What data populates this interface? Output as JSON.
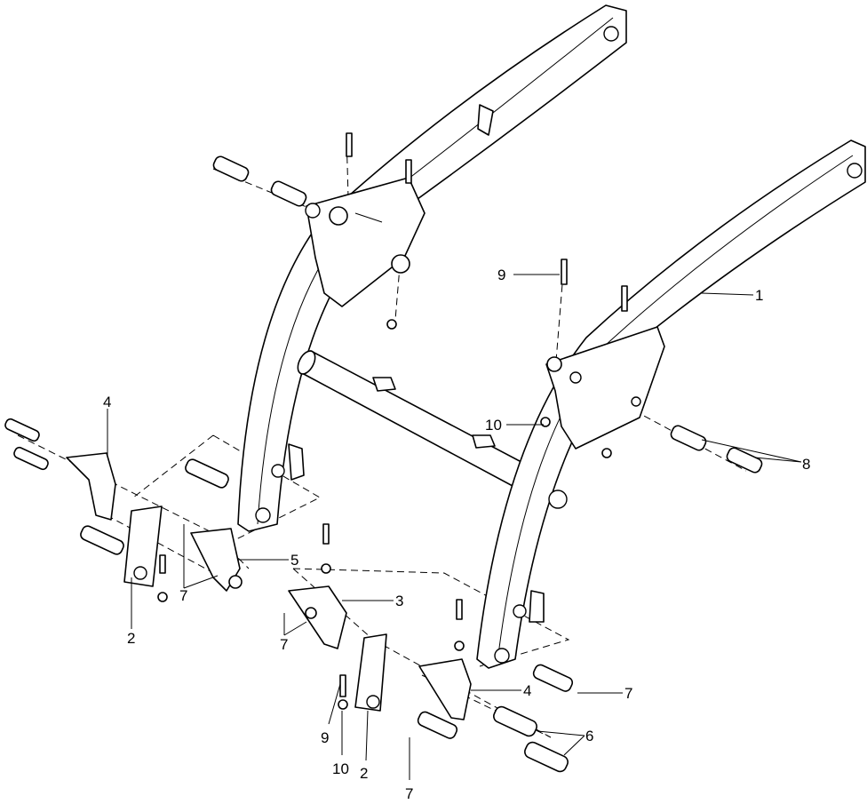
{
  "diagram": {
    "type": "exploded parts diagram",
    "callouts": [
      "1",
      "9",
      "10",
      "8",
      "4",
      "5",
      "7",
      "2",
      "3",
      "7",
      "4",
      "7",
      "6",
      "9",
      "10",
      "2",
      "7"
    ]
  }
}
